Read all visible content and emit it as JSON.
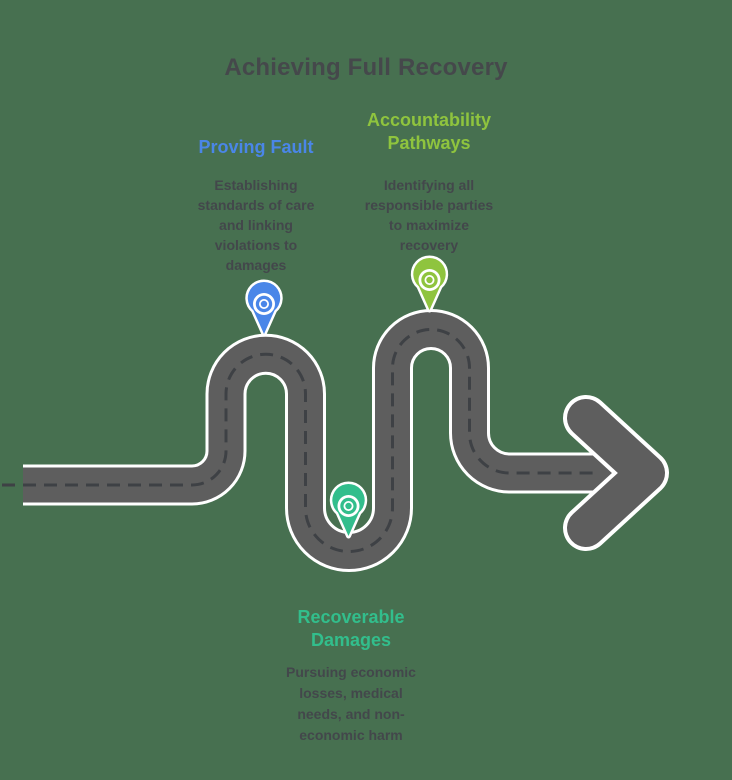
{
  "background_color": "#477050",
  "title": {
    "text": "Achieving Full Recovery",
    "color": "#45484B"
  },
  "road": {
    "surface_color": "#5E5E5E",
    "outline_color": "#FFFFFF",
    "dash_color": "#3E4145"
  },
  "milestones": [
    {
      "id": "proving-fault",
      "heading_color": "#4A86E8",
      "pin_color": "#4A86E8",
      "heading_lines": [
        "Proving Fault"
      ],
      "body_lines": [
        "Establishing",
        "standards of care",
        "and linking",
        "violations to",
        "damages"
      ]
    },
    {
      "id": "accountability-pathways",
      "heading_color": "#8FC43E",
      "pin_color": "#8FC43E",
      "heading_lines": [
        "Accountability",
        "Pathways"
      ],
      "body_lines": [
        "Identifying all",
        "responsible parties",
        "to maximize",
        "recovery"
      ]
    },
    {
      "id": "recoverable-damages",
      "heading_color": "#32BE8C",
      "pin_color": "#32BE8C",
      "heading_lines": [
        "Recoverable",
        "Damages"
      ],
      "body_lines": [
        "Pursuing economic",
        "losses, medical",
        "needs, and non-",
        "economic harm"
      ]
    }
  ]
}
